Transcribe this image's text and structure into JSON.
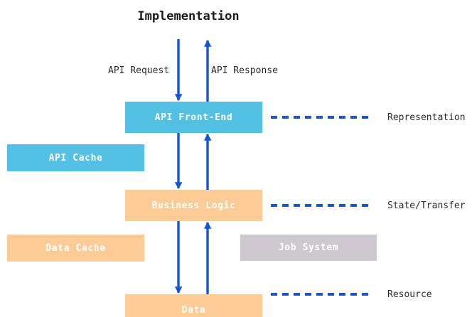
{
  "diagram": {
    "title": "Implementation",
    "background_color": "#ffffff",
    "type": "layered-architecture-flow"
  },
  "colors": {
    "cyan": "#52c1e4",
    "peach": "#fccb96",
    "gray": "#ccc8ce",
    "arrow_blue": "#1355d6",
    "node_text": "#ffffff",
    "body_text": "#2b2b2b"
  },
  "nodes": [
    {
      "id": "api-front-end",
      "label": "API Front-End",
      "color_key": "cyan",
      "color": "#52c1e4"
    },
    {
      "id": "api-cache",
      "label": "API Cache",
      "color_key": "cyan",
      "color": "#52c1e4"
    },
    {
      "id": "business-logic",
      "label": "Business Logic",
      "color_key": "peach",
      "color": "#fccb96"
    },
    {
      "id": "data-cache",
      "label": "Data Cache",
      "color_key": "peach",
      "color": "#fccb96"
    },
    {
      "id": "job-system",
      "label": "Job System",
      "color_key": "gray",
      "color": "#ccc8ce"
    },
    {
      "id": "data",
      "label": "Data",
      "color_key": "peach",
      "color": "#fccb96"
    }
  ],
  "flow_labels": {
    "request": "API Request",
    "response": "API Response"
  },
  "layers": [
    {
      "id": "representation",
      "label": "Representation",
      "connects_to": "api-front-end"
    },
    {
      "id": "state-transfer",
      "label": "State/Transfer",
      "connects_to": "business-logic"
    },
    {
      "id": "resource",
      "label": "Resource",
      "connects_to": "data"
    }
  ],
  "arrows": [
    {
      "id": "request-in",
      "direction": "down",
      "from": "external",
      "to": "api-front-end"
    },
    {
      "id": "response-out",
      "direction": "up",
      "from": "api-front-end",
      "to": "external"
    },
    {
      "id": "frontend-to-logic",
      "direction": "down",
      "from": "api-front-end",
      "to": "business-logic"
    },
    {
      "id": "logic-to-frontend",
      "direction": "up",
      "from": "business-logic",
      "to": "api-front-end"
    },
    {
      "id": "logic-to-data",
      "direction": "down",
      "from": "business-logic",
      "to": "data"
    },
    {
      "id": "data-to-logic",
      "direction": "up",
      "from": "data",
      "to": "business-logic"
    }
  ]
}
